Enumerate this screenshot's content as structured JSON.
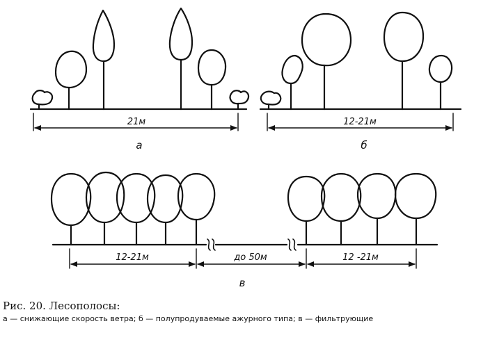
{
  "figure": {
    "panel_a": {
      "label": "а",
      "dimension": "21м"
    },
    "panel_b": {
      "label": "б",
      "dimension": "12-21м"
    },
    "panel_c": {
      "label": "в",
      "dim_left": "12-21м",
      "dim_gap": "до 50м",
      "dim_right": "12 -21м"
    }
  },
  "caption": {
    "title": "Рис. 20. Лесополосы:",
    "text": "а — снижающие скорость ветра; б — полупродуваемые ажурного типа; в — фильтрующие"
  }
}
